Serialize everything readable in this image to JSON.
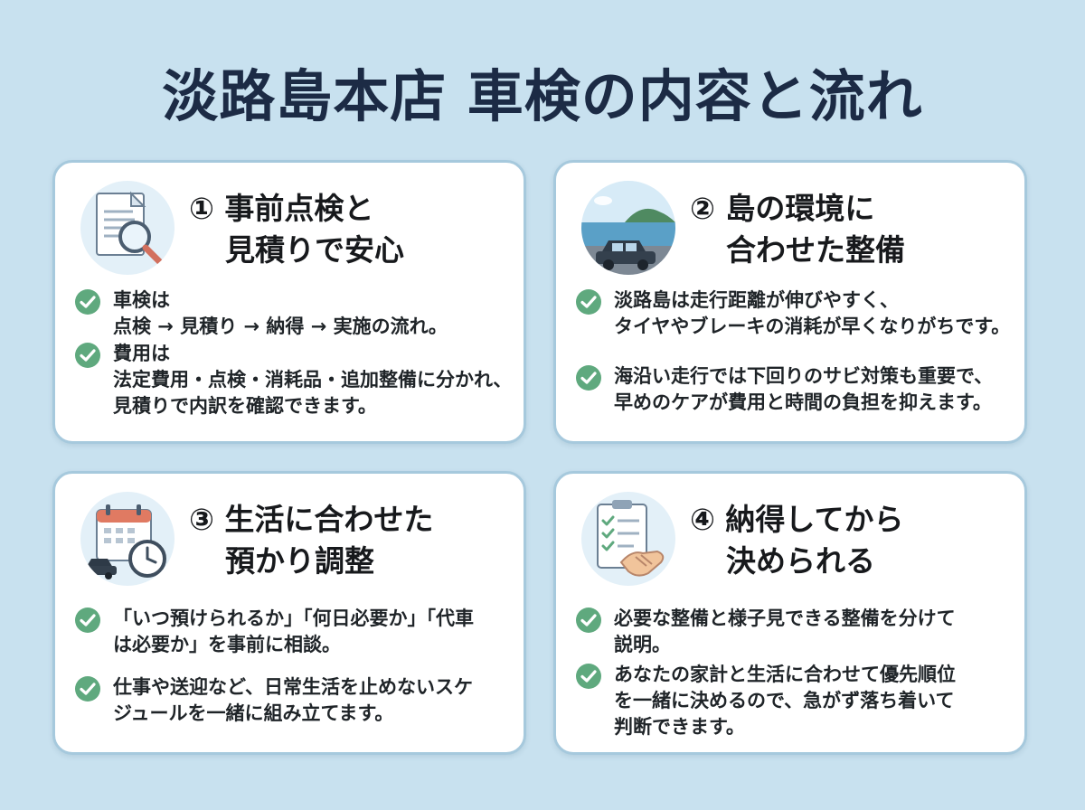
{
  "page_title": "淡路島本店 車検の内容と流れ",
  "colors": {
    "background": "#c8e1ef",
    "card_border": "#a6c9dd",
    "check": "#5fa97e",
    "title": "#1c2b45"
  },
  "cards": [
    {
      "icon": "document-magnifier-icon",
      "title_lines": [
        "① 事前点検と",
        "見積りで安心"
      ],
      "items": [
        {
          "lines": [
            "車検は",
            "点検 → 見積り → 納得 → 実施の流れ。"
          ]
        },
        {
          "lines": [
            "費用は",
            "法定費用・点検・消耗品・追加整備に分かれ、",
            "見積りで内訳を確認できます。"
          ]
        }
      ]
    },
    {
      "icon": "car-by-sea-icon",
      "title_lines": [
        "② 島の環境に",
        "合わせた整備"
      ],
      "items": [
        {
          "lines": [
            "淡路島は走行距離が伸びやすく、",
            "タイヤやブレーキの消耗が早くなりがちです。"
          ]
        },
        {
          "lines": [
            "海沿い走行では下回りのサビ対策も重要で、",
            "早めのケアが費用と時間の負担を抑えます。"
          ]
        }
      ]
    },
    {
      "icon": "calendar-car-clock-icon",
      "title_lines": [
        "③ 生活に合わせた",
        "預かり調整"
      ],
      "items": [
        {
          "lines": [
            "「いつ預けられるか」「何日必要か」「代車",
            "は必要か」を事前に相談。"
          ]
        },
        {
          "lines": [
            "仕事や送迎など、日常生活を止めないスケ",
            "ジュールを一緒に組み立てます。"
          ]
        }
      ]
    },
    {
      "icon": "clipboard-handshake-icon",
      "title_lines": [
        "④ 納得してから",
        "決められる"
      ],
      "items": [
        {
          "lines": [
            "必要な整備と様子見できる整備を分けて",
            "説明。"
          ]
        },
        {
          "lines": [
            "あなたの家計と生活に合わせて優先順位",
            "を一緒に決めるので、急がず落ち着いて",
            "判断できます。"
          ]
        }
      ]
    }
  ]
}
